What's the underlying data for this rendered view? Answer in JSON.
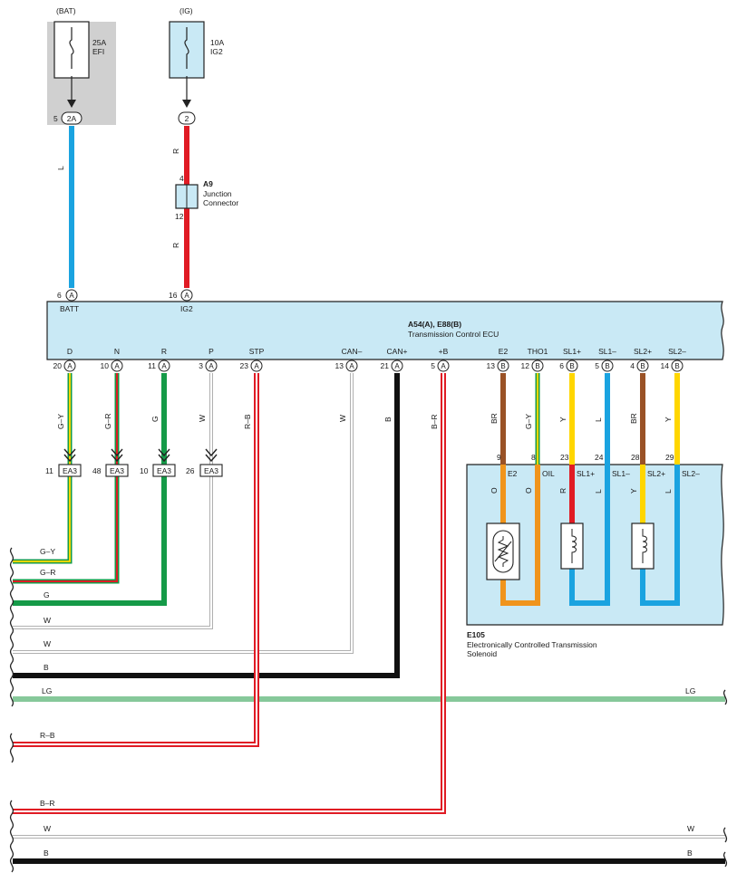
{
  "fuses": {
    "bat": {
      "source": "(BAT)",
      "rating": "25A",
      "name": "EFI",
      "pin": "5",
      "conn": "2A"
    },
    "ig": {
      "source": "(IG)",
      "rating": "10A",
      "name": "IG2",
      "conn": "2"
    }
  },
  "junction": {
    "id": "A9",
    "line1": "Junction",
    "line2": "Connector",
    "pin_top": "4",
    "pin_bottom": "12"
  },
  "ecu": {
    "title": "A54(A), E88(B)",
    "subtitle": "Transmission Control ECU",
    "top_pins": [
      {
        "num": "6",
        "conn": "A",
        "label": "BATT"
      },
      {
        "num": "16",
        "conn": "A",
        "label": "IG2"
      }
    ],
    "bottom_pins": [
      {
        "label": "D",
        "num": "20",
        "conn": "A"
      },
      {
        "label": "N",
        "num": "10",
        "conn": "A"
      },
      {
        "label": "R",
        "num": "11",
        "conn": "A"
      },
      {
        "label": "P",
        "num": "3",
        "conn": "A"
      },
      {
        "label": "STP",
        "num": "23",
        "conn": "A"
      },
      {
        "label": "CAN–",
        "num": "13",
        "conn": "A"
      },
      {
        "label": "CAN+",
        "num": "21",
        "conn": "A"
      },
      {
        "label": "+B",
        "num": "5",
        "conn": "A"
      },
      {
        "label": "E2",
        "num": "13",
        "conn": "B"
      },
      {
        "label": "THO1",
        "num": "12",
        "conn": "B"
      },
      {
        "label": "SL1+",
        "num": "6",
        "conn": "B"
      },
      {
        "label": "SL1–",
        "num": "5",
        "conn": "B"
      },
      {
        "label": "SL2+",
        "num": "4",
        "conn": "B"
      },
      {
        "label": "SL2–",
        "num": "14",
        "conn": "B"
      }
    ]
  },
  "ea3": [
    {
      "num": "11",
      "label": "EA3"
    },
    {
      "num": "48",
      "label": "EA3"
    },
    {
      "num": "10",
      "label": "EA3"
    },
    {
      "num": "26",
      "label": "EA3"
    }
  ],
  "wire_codes": {
    "bat": "L",
    "ig_upper": "R",
    "ig_lower": "R",
    "d": "G–Y",
    "n": "G–R",
    "r": "G",
    "p": "W",
    "stp": "R–B",
    "canm": "W",
    "canp": "B",
    "plusb": "B–R",
    "e2": "BR",
    "tho1": "G–Y",
    "sl1p": "Y",
    "sl1m": "L",
    "sl2p": "BR",
    "sl2m": "Y",
    "sol_e2": "O",
    "sol_oil": "O",
    "sol_sl1p": "R",
    "sol_sl1m": "L",
    "sol_sl2p": "Y",
    "sol_sl2m": "L"
  },
  "solenoid": {
    "id": "E105",
    "line1": "Electronically Controlled Transmission",
    "line2": "Solenoid",
    "pins": [
      {
        "num": "9",
        "label": "E2"
      },
      {
        "num": "8",
        "label": "OIL"
      },
      {
        "num": "23",
        "label": "SL1+"
      },
      {
        "num": "24",
        "label": "SL1–"
      },
      {
        "num": "28",
        "label": "SL2+"
      },
      {
        "num": "29",
        "label": "SL2–"
      }
    ]
  },
  "bus": [
    {
      "label": "G–Y"
    },
    {
      "label": "G–R"
    },
    {
      "label": "G"
    },
    {
      "label": "W"
    },
    {
      "label": "W"
    },
    {
      "label": "B"
    },
    {
      "label": "LG",
      "right": "LG"
    },
    {
      "label": "R–B"
    },
    {
      "label": "B–R"
    },
    {
      "label": "W",
      "right": "W"
    },
    {
      "label": "B",
      "right": "B"
    }
  ],
  "colors": {
    "L": "#1aa3e0",
    "R": "#e01b24",
    "G": "#159a48",
    "Y": "#ffd600",
    "BR": "#9a5226",
    "O": "#f0941c",
    "B": "#111111",
    "W": "#b0b0b0",
    "LG": "#86c89a",
    "ecu_fill": "#c9e9f5",
    "fuse_shade": "#d0d0d0"
  }
}
